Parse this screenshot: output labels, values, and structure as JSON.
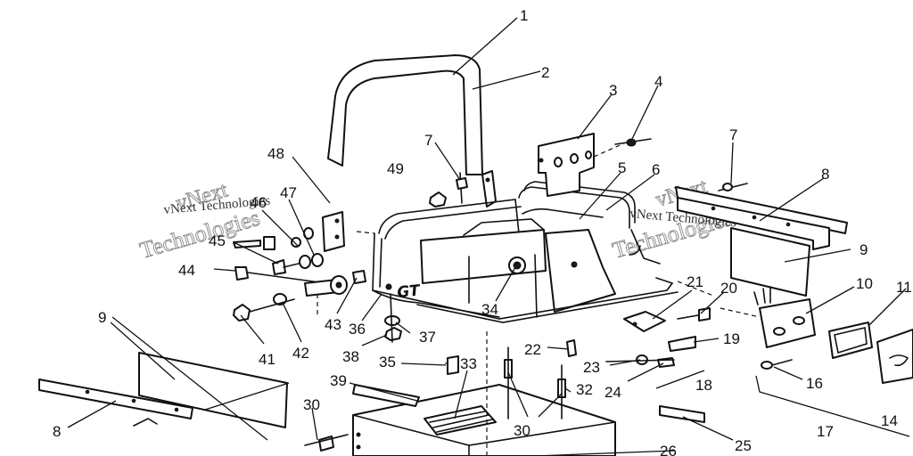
{
  "diagram": {
    "callouts": [
      {
        "id": "1",
        "text": "1"
      },
      {
        "id": "2",
        "text": "2"
      },
      {
        "id": "3",
        "text": "3"
      },
      {
        "id": "4",
        "text": "4"
      },
      {
        "id": "5",
        "text": "5"
      },
      {
        "id": "6",
        "text": "6"
      },
      {
        "id": "7a",
        "text": "7"
      },
      {
        "id": "7b",
        "text": "7"
      },
      {
        "id": "8a",
        "text": "8"
      },
      {
        "id": "8b",
        "text": "8"
      },
      {
        "id": "9a",
        "text": "9"
      },
      {
        "id": "9b",
        "text": "9"
      },
      {
        "id": "10",
        "text": "10"
      },
      {
        "id": "11",
        "text": "11"
      },
      {
        "id": "14",
        "text": "14"
      },
      {
        "id": "16",
        "text": "16"
      },
      {
        "id": "17",
        "text": "17"
      },
      {
        "id": "18",
        "text": "18"
      },
      {
        "id": "19",
        "text": "19"
      },
      {
        "id": "20",
        "text": "20"
      },
      {
        "id": "21",
        "text": "21"
      },
      {
        "id": "22",
        "text": "22"
      },
      {
        "id": "23",
        "text": "23"
      },
      {
        "id": "24",
        "text": "24"
      },
      {
        "id": "25",
        "text": "25"
      },
      {
        "id": "26",
        "text": "26"
      },
      {
        "id": "30a",
        "text": "30"
      },
      {
        "id": "30b",
        "text": "30"
      },
      {
        "id": "32",
        "text": "32"
      },
      {
        "id": "33",
        "text": "33"
      },
      {
        "id": "34",
        "text": "34"
      },
      {
        "id": "35",
        "text": "35"
      },
      {
        "id": "36",
        "text": "36"
      },
      {
        "id": "37",
        "text": "37"
      },
      {
        "id": "38",
        "text": "38"
      },
      {
        "id": "39",
        "text": "39"
      },
      {
        "id": "41",
        "text": "41"
      },
      {
        "id": "42",
        "text": "42"
      },
      {
        "id": "43",
        "text": "43"
      },
      {
        "id": "44",
        "text": "44"
      },
      {
        "id": "45",
        "text": "45"
      },
      {
        "id": "46",
        "text": "46"
      },
      {
        "id": "47",
        "text": "47"
      },
      {
        "id": "48",
        "text": "48"
      },
      {
        "id": "49",
        "text": "49"
      }
    ],
    "decal_text": "GT",
    "watermarks": [
      {
        "id": "wm1",
        "line1": "vNext",
        "line2": "Technologies",
        "overlay": "vNext Technologies"
      },
      {
        "id": "wm2",
        "line1": "vNext",
        "line2": "Technologies",
        "overlay": "vNext Technologies"
      }
    ]
  }
}
